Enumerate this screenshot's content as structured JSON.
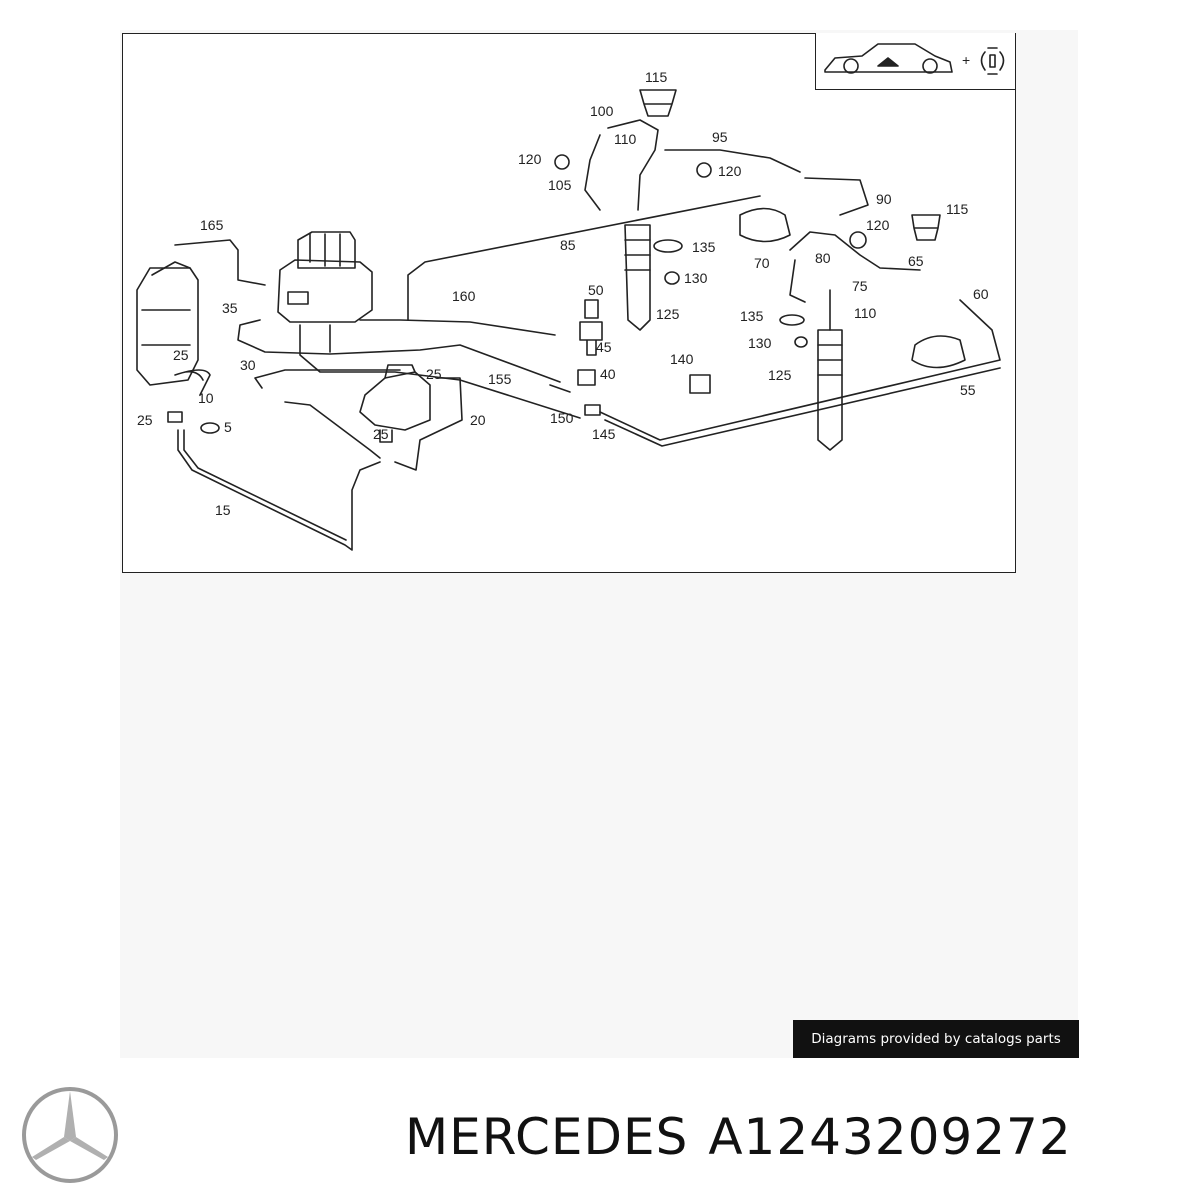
{
  "diagram": {
    "callouts": [
      {
        "id": "c115a",
        "label": "115"
      },
      {
        "id": "c100",
        "label": "100"
      },
      {
        "id": "c110a",
        "label": "110"
      },
      {
        "id": "c95",
        "label": "95"
      },
      {
        "id": "c120a",
        "label": "120"
      },
      {
        "id": "c120b",
        "label": "120"
      },
      {
        "id": "c105",
        "label": "105"
      },
      {
        "id": "c90",
        "label": "90"
      },
      {
        "id": "c120c",
        "label": "120"
      },
      {
        "id": "c115b",
        "label": "115"
      },
      {
        "id": "c165",
        "label": "165"
      },
      {
        "id": "c85",
        "label": "85"
      },
      {
        "id": "c135a",
        "label": "135"
      },
      {
        "id": "c130a",
        "label": "130"
      },
      {
        "id": "c70",
        "label": "70"
      },
      {
        "id": "c80",
        "label": "80"
      },
      {
        "id": "c75",
        "label": "75"
      },
      {
        "id": "c65",
        "label": "65"
      },
      {
        "id": "c60",
        "label": "60"
      },
      {
        "id": "c50",
        "label": "50"
      },
      {
        "id": "c160",
        "label": "160"
      },
      {
        "id": "c35",
        "label": "35"
      },
      {
        "id": "c125a",
        "label": "125"
      },
      {
        "id": "c110b",
        "label": "110"
      },
      {
        "id": "c135b",
        "label": "135"
      },
      {
        "id": "c45",
        "label": "45"
      },
      {
        "id": "c25a",
        "label": "25"
      },
      {
        "id": "c130b",
        "label": "130"
      },
      {
        "id": "c140",
        "label": "140"
      },
      {
        "id": "c30",
        "label": "30"
      },
      {
        "id": "c40",
        "label": "40"
      },
      {
        "id": "c155",
        "label": "155"
      },
      {
        "id": "c125b",
        "label": "125"
      },
      {
        "id": "c25b",
        "label": "25"
      },
      {
        "id": "c55",
        "label": "55"
      },
      {
        "id": "c10",
        "label": "10"
      },
      {
        "id": "c25c",
        "label": "25"
      },
      {
        "id": "c150",
        "label": "150"
      },
      {
        "id": "c5",
        "label": "5"
      },
      {
        "id": "c20",
        "label": "20"
      },
      {
        "id": "c145",
        "label": "145"
      },
      {
        "id": "c25d",
        "label": "25"
      },
      {
        "id": "c15",
        "label": "15"
      }
    ],
    "inset_plus": "+"
  },
  "credit_badge": {
    "text": "Diagrams provided by catalogs parts"
  },
  "brand": {
    "name": "MERCEDES",
    "part_number": "A1243209272"
  },
  "colors": {
    "line": "#222222",
    "badge_bg": "#111111",
    "badge_text": "#ffffff",
    "logo": "#9a9a9a"
  }
}
